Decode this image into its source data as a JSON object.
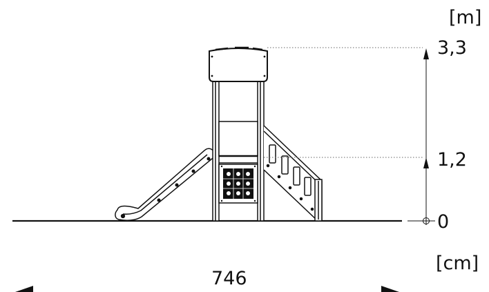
{
  "units": {
    "height_unit": "[m]",
    "width_unit": "[cm]"
  },
  "height_marks": [
    {
      "label": "3,3",
      "value": 3.3
    },
    {
      "label": "1,2",
      "value": 1.2
    },
    {
      "label": "0",
      "value": 0
    }
  ],
  "width": {
    "label": "746",
    "value": 746
  },
  "colors": {
    "line": "#111111",
    "dim_line": "#444444",
    "background": "#ffffff"
  }
}
